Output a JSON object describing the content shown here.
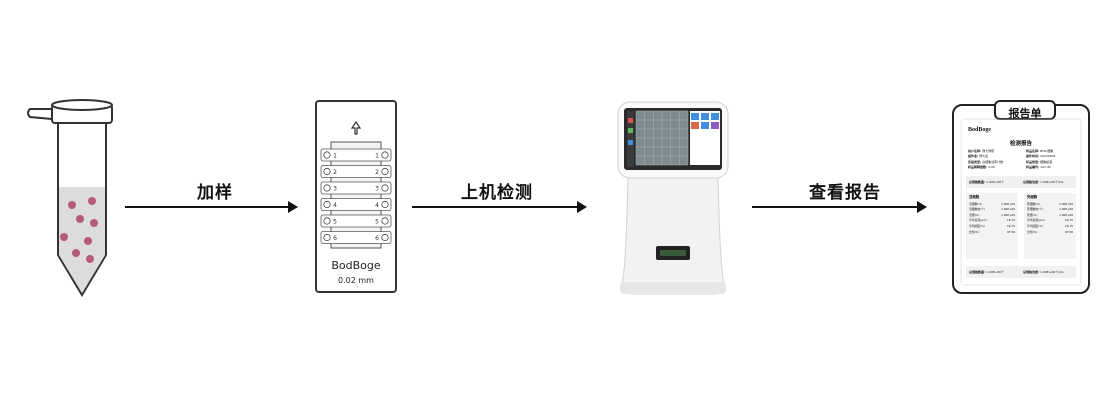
{
  "steps": [
    {
      "label": "加样"
    },
    {
      "label": "上机检测"
    },
    {
      "label": "查看报告"
    }
  ],
  "slide": {
    "brand": "BodBoge",
    "spec": "0.02 mm",
    "chamber_numbers": [
      "1",
      "2",
      "3",
      "4",
      "5",
      "6"
    ]
  },
  "report": {
    "tab_title": "报告单",
    "brand": "BodBoge",
    "title": "检测报告",
    "meta": [
      {
        "k": "用户名称:",
        "v": "博大博聚"
      },
      {
        "k": "操作者:",
        "v": "博大此"
      },
      {
        "k": "实验类型:",
        "v": "白细胞活率计数"
      },
      {
        "k": "样品稀释倍数:",
        "v": "1:00"
      },
      {
        "k": "样品名称:",
        "v": "BHK-细胞"
      },
      {
        "k": "操作时间:",
        "v": "20230602"
      },
      {
        "k": "样品类型:",
        "v": "细胞悬液"
      },
      {
        "k": "样品编号:",
        "v": "197-45"
      }
    ],
    "summary": [
      {
        "k": "总细胞数量:",
        "v": "1.00E+06个"
      },
      {
        "k": "总细胞浓度:",
        "v": "1.00E+06个/mL"
      }
    ],
    "panels": [
      {
        "title": "活细胞",
        "rows": [
          {
            "k": "活细胞(%)",
            "v": "1.00E+06"
          },
          {
            "k": "活细胞浓(个)",
            "v": "1.00E+06"
          },
          {
            "k": "活细(%)",
            "v": "1.00E+06"
          },
          {
            "k": "平均直径(μm)",
            "v": "16.75"
          },
          {
            "k": "平均圆度(%)",
            "v": "16.75"
          },
          {
            "k": "比例(%)",
            "v": "97.56"
          }
        ]
      },
      {
        "title": "死细胞",
        "rows": [
          {
            "k": "死细胞(%)",
            "v": "1.00E+06"
          },
          {
            "k": "死细胞浓(个)",
            "v": "1.00E+06"
          },
          {
            "k": "死细(%)",
            "v": "1.00E+06"
          },
          {
            "k": "平均直径(μm)",
            "v": "16.75"
          },
          {
            "k": "平均圆度(%)",
            "v": "16.75"
          },
          {
            "k": "比例(%)",
            "v": "97.56"
          }
        ]
      }
    ],
    "footer": [
      {
        "k": "总细胞数量:",
        "v": "1.00E+06个"
      },
      {
        "k": "总细胞浓度:",
        "v": "1.00E+06个/mL"
      }
    ]
  },
  "colors": {
    "sample_dots": "#b55a78",
    "sample_liquid": "#dcdcdc",
    "line": "#111111",
    "screen_accent": "#3f8ee0"
  }
}
